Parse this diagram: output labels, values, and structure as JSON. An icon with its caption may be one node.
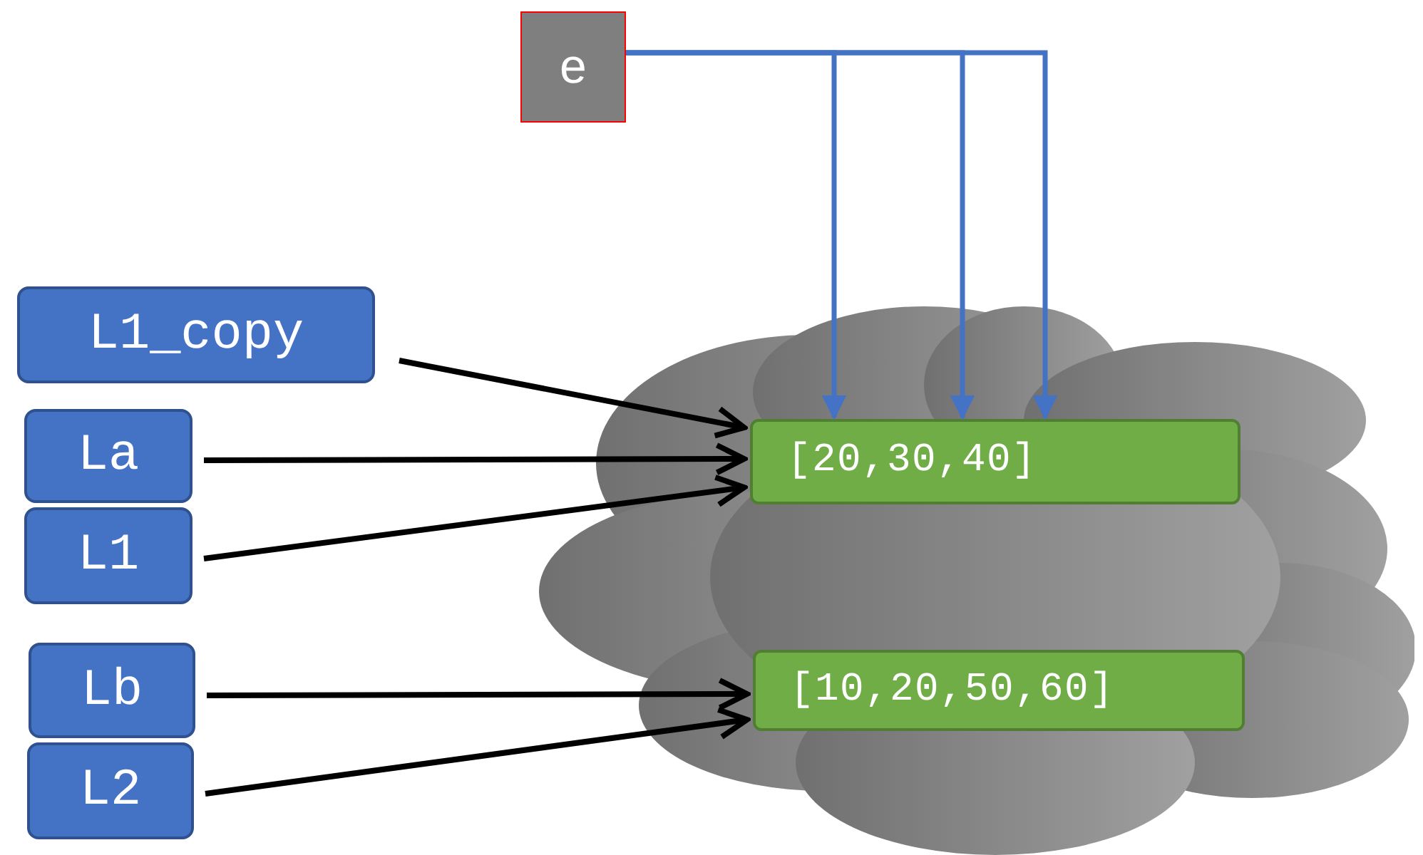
{
  "diagram": {
    "nodes": [
      {
        "text": [
          "e"
        ]
      },
      {
        "text": [
          "L1_copy"
        ]
      },
      {
        "text": [
          "La"
        ]
      },
      {
        "text": [
          "L1"
        ]
      },
      {
        "text": [
          "Lb"
        ]
      },
      {
        "text": [
          "L2"
        ]
      },
      {
        "text": [],
        "shape": "cloud"
      },
      {
        "text": [
          "[20,30,40]"
        ],
        "in": 6
      },
      {
        "text": [
          "[10,20,50,60]"
        ],
        "in": 6
      }
    ],
    "edges": [
      {
        "from": 1,
        "to": 7,
        "arrow": "to"
      },
      {
        "from": 2,
        "to": 7,
        "arrow": "to"
      },
      {
        "from": 3,
        "to": 7,
        "arrow": "to"
      },
      {
        "from": 4,
        "to": 8,
        "arrow": "to"
      },
      {
        "from": 5,
        "to": 8,
        "arrow": "to"
      },
      {
        "from": 0,
        "to": 7,
        "arrow": "to",
        "color": "#4472c4"
      },
      {
        "from": 0,
        "to": 7,
        "arrow": "to",
        "color": "#4472c4"
      },
      {
        "from": 0,
        "to": 7,
        "arrow": "to",
        "color": "#4472c4"
      }
    ]
  }
}
